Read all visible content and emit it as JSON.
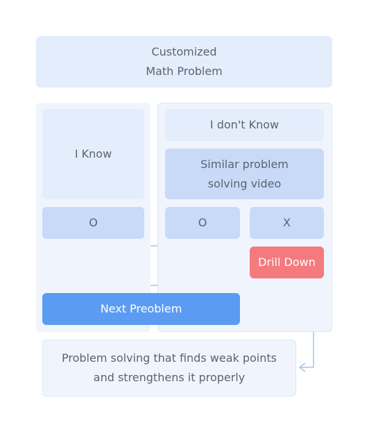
{
  "title": "Customized\nMath Problem",
  "know": {
    "label": "I Know",
    "answer": "O"
  },
  "dont_know": {
    "label": "I don't Know",
    "video": "Similar problem\nsolving video",
    "answer_correct": "O",
    "answer_wrong": "X",
    "drill_down": "Drill Down"
  },
  "next_button": "Next Preoblem",
  "outcome": "Problem solving that finds weak points\nand strengthens it properly",
  "colors": {
    "panel": "#f0f5fd",
    "box_light": "#e4edfc",
    "box_medium": "#c8daf8",
    "primary": "#5b9cf2",
    "drill": "#f47a7e",
    "connector": "#9fc4f5"
  }
}
